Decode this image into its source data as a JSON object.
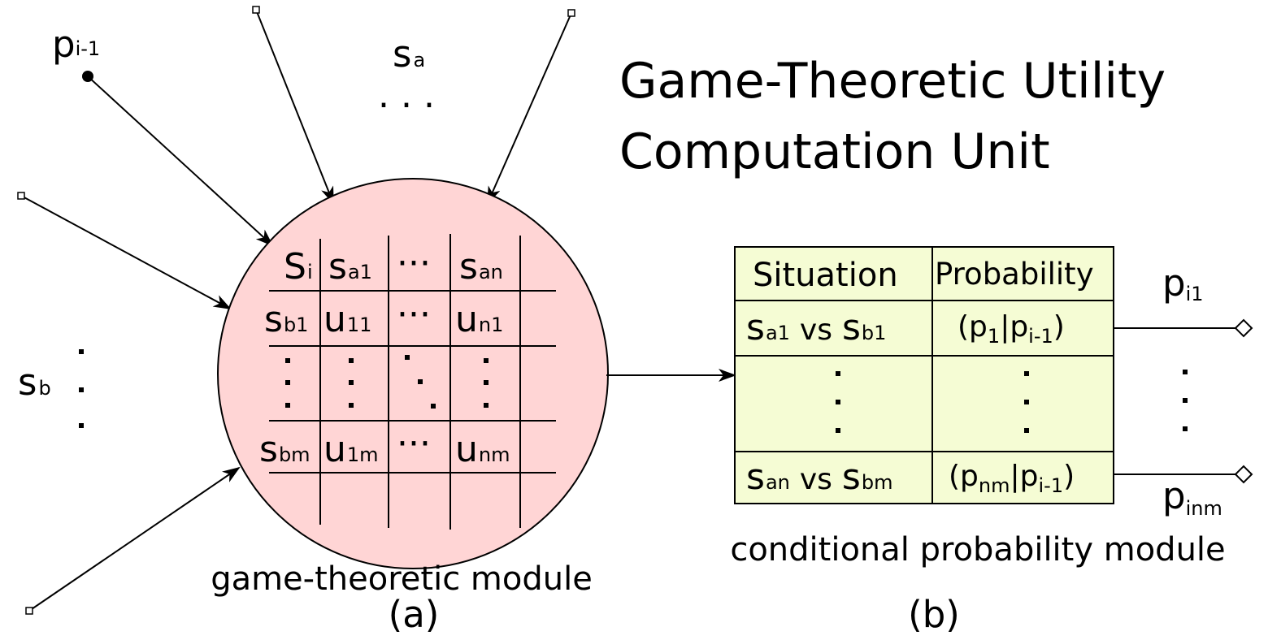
{
  "title": {
    "line1": "Game-Theoretic Utility",
    "line2": "Computation Unit"
  },
  "inputs": {
    "p_prev": {
      "base": "p",
      "sub": "i-1"
    },
    "s_a": {
      "base": "s",
      "sub": "a"
    },
    "s_b": {
      "base": "s",
      "sub": "b"
    },
    "ellipsis": ". . ."
  },
  "matrix": {
    "header": [
      {
        "base": "S",
        "sub": "i"
      },
      {
        "base": "s",
        "sub": "a1"
      },
      {
        "base": "···",
        "sub": ""
      },
      {
        "base": "s",
        "sub": "an"
      }
    ],
    "row1": [
      {
        "base": "s",
        "sub": "b1"
      },
      {
        "base": "u",
        "sub": "11"
      },
      {
        "base": "···",
        "sub": ""
      },
      {
        "base": "u",
        "sub": "n1"
      }
    ],
    "rowm": [
      {
        "base": "s",
        "sub": "bm"
      },
      {
        "base": "u",
        "sub": "1m"
      },
      {
        "base": "···",
        "sub": ""
      },
      {
        "base": "u",
        "sub": "nm"
      }
    ]
  },
  "table": {
    "col1_header": "Situation",
    "col2_header": "Probability",
    "row1": {
      "sit_a": {
        "base": "s",
        "sub": "a1"
      },
      "vs": "vs",
      "sit_b": {
        "base": "s",
        "sub": "b1"
      },
      "prob": {
        "open": "(p",
        "sub1": "1",
        "bar": "|p",
        "sub2": "i-1",
        "close": ")"
      }
    },
    "rown": {
      "sit_a": {
        "base": "s",
        "sub": "an"
      },
      "vs": "vs",
      "sit_b": {
        "base": "s",
        "sub": "bm"
      },
      "prob": {
        "open": "(p",
        "sub1": "nm",
        "bar": "|p",
        "sub2": "i-1",
        "close": ")"
      }
    }
  },
  "outputs": {
    "p_first": {
      "base": "p",
      "sub": "i1"
    },
    "p_last": {
      "base": "p",
      "sub": "inm"
    }
  },
  "captions": {
    "game_module": "game-theoretic module",
    "prob_module": "conditional probability module",
    "a": "(a)",
    "b": "(b)"
  },
  "colors": {
    "circle_fill": "#ffd5d5",
    "table_fill": "#f5fcd4",
    "stroke": "#000000"
  }
}
